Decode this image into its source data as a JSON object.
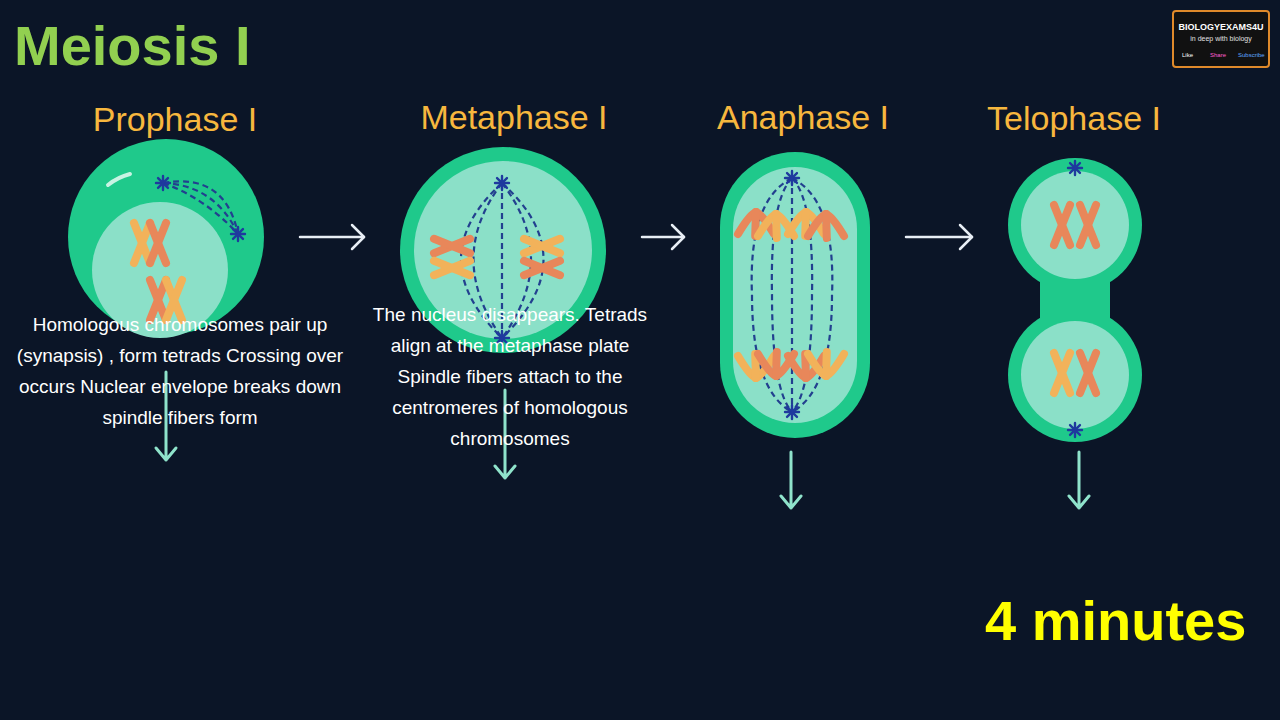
{
  "diagram": {
    "title": "Meiosis I",
    "nodes": [
      {
        "text": [
          "Prophase I",
          "Homologous chromosomes pair up (synapsis) , form tetrads Crossing over occurs Nuclear envelope breaks down spindle fibers form"
        ]
      },
      {
        "text": [
          "Metaphase I",
          "The nucleus disappears. Tetrads align at the metaphase plate Spindle fibers attach to the centromeres of homologous chromosomes"
        ]
      },
      {
        "text": [
          "Anaphase I"
        ]
      },
      {
        "text": [
          "Telophase I"
        ]
      }
    ],
    "edges": [
      {
        "from": 0,
        "to": 1,
        "arrow": "to"
      },
      {
        "from": 1,
        "to": 2,
        "arrow": "to"
      },
      {
        "from": 2,
        "to": 3,
        "arrow": "to"
      }
    ],
    "labels": [
      "4 minutes",
      "BIOLOGYEXAMS4U",
      "in deep with biology",
      "Like",
      "Share",
      "Subscribe"
    ]
  }
}
